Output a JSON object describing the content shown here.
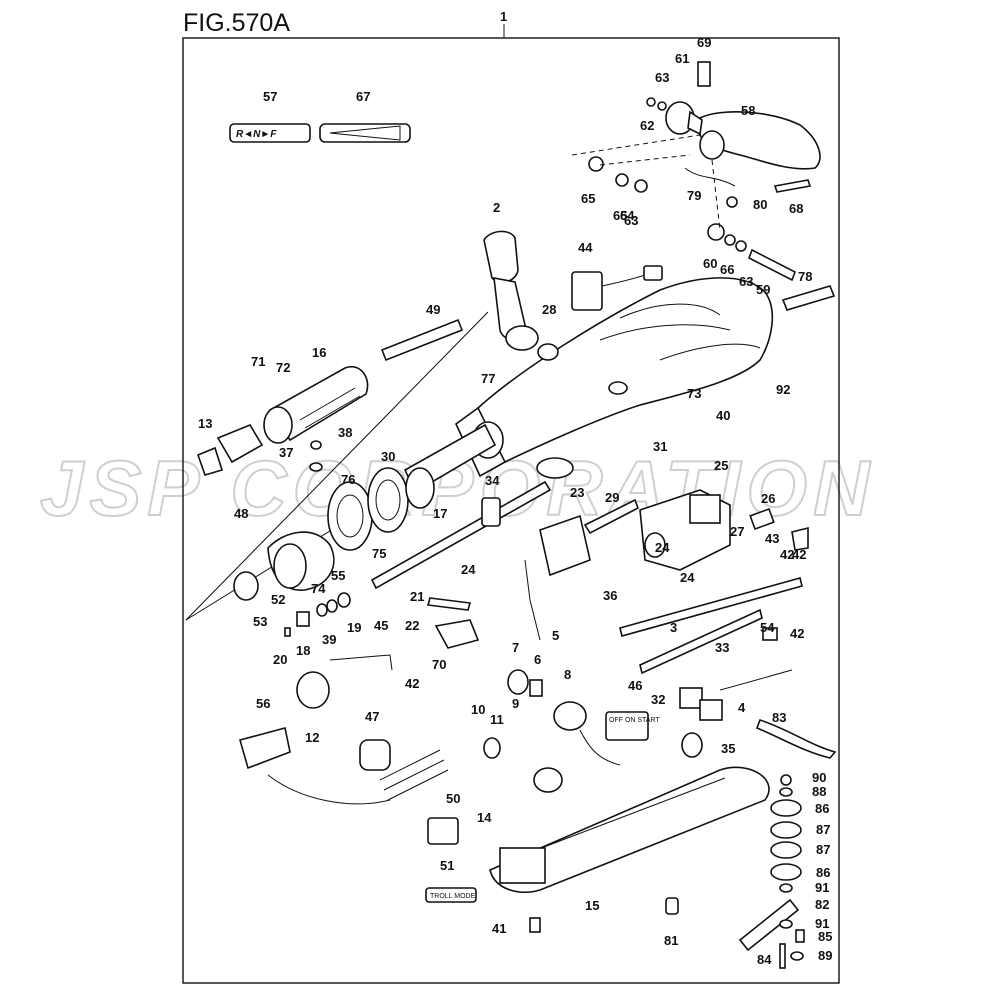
{
  "figure": {
    "title": "FIG.570A",
    "assembly_number": "1"
  },
  "watermark": "JSP CORPORATION",
  "decals": {
    "shift_decal": "R◄N►F",
    "trolling_decal": "TROLL MODE",
    "switch_decal": "OFF ON START"
  },
  "callouts": [
    "2",
    "3",
    "4",
    "5",
    "6",
    "7",
    "8",
    "9",
    "10",
    "11",
    "12",
    "13",
    "14",
    "15",
    "16",
    "17",
    "18",
    "19",
    "20",
    "21",
    "22",
    "23",
    "24",
    "24",
    "24",
    "25",
    "26",
    "27",
    "28",
    "29",
    "30",
    "31",
    "32",
    "33",
    "34",
    "35",
    "36",
    "37",
    "38",
    "39",
    "40",
    "41",
    "42",
    "42",
    "42",
    "42",
    "43",
    "44",
    "45",
    "46",
    "47",
    "48",
    "49",
    "50",
    "51",
    "52",
    "53",
    "54",
    "55",
    "56",
    "57",
    "58",
    "59",
    "60",
    "61",
    "62",
    "63",
    "63",
    "63",
    "64",
    "65",
    "65",
    "66",
    "67",
    "68",
    "69",
    "70",
    "71",
    "72",
    "73",
    "74",
    "75",
    "76",
    "77",
    "78",
    "79",
    "80",
    "81",
    "82",
    "83",
    "84",
    "85",
    "86",
    "86",
    "87",
    "87",
    "88",
    "89",
    "90",
    "91",
    "91",
    "92"
  ]
}
